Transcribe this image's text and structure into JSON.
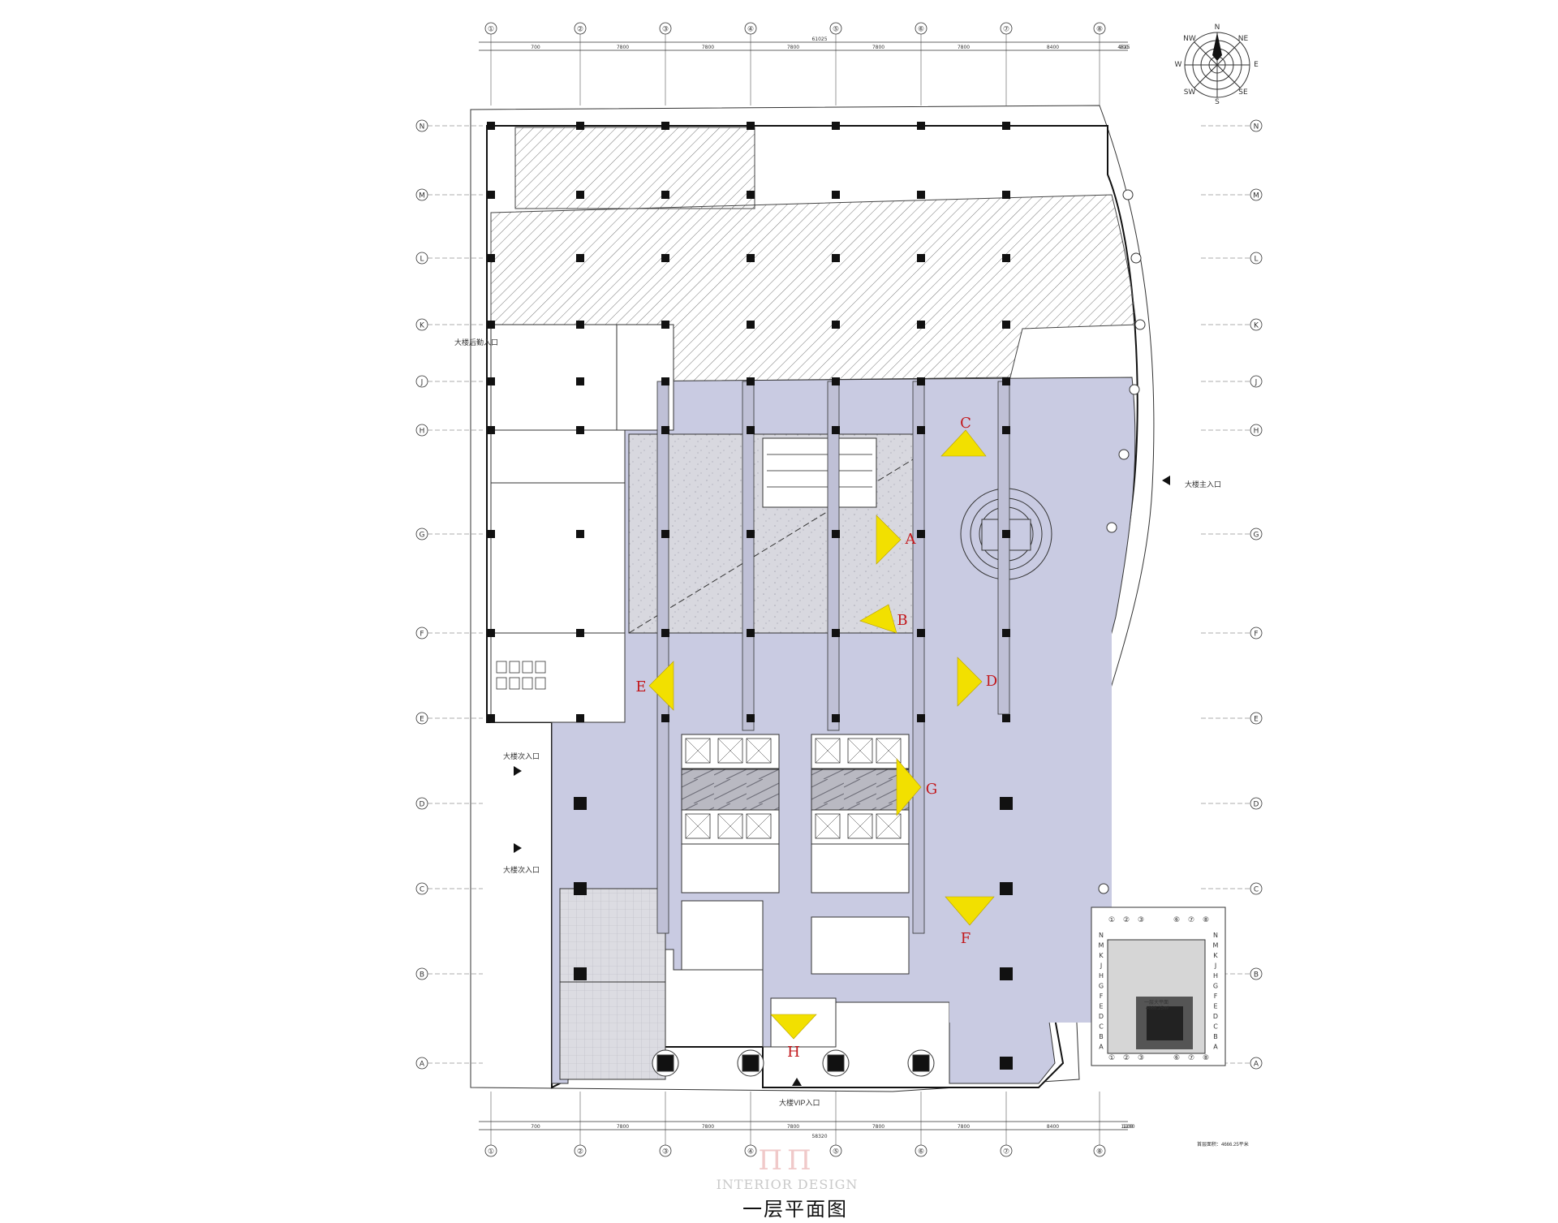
{
  "drawing": {
    "title": "一层平面图",
    "watermark": "INTERIOR DESIGN",
    "area_note": "首层面积：4666.25平米"
  },
  "colors": {
    "lobby": "#c9cbe2",
    "hatch_stroke": "#666666",
    "line": "#333333",
    "marker_fill": "#f2e000",
    "marker_label": "#c2171b"
  },
  "compass": {
    "labels": [
      "N",
      "NE",
      "E",
      "SE",
      "S",
      "SW",
      "W",
      "NW"
    ]
  },
  "grid": {
    "columns": [
      "①",
      "②",
      "③",
      "④",
      "⑤",
      "⑥",
      "⑦",
      "⑧"
    ],
    "rows": [
      "A",
      "B",
      "C",
      "D",
      "E",
      "F",
      "G",
      "H",
      "J",
      "K",
      "L",
      "M",
      "N"
    ],
    "top_dims": [
      "700",
      "7800",
      "7800",
      "7800",
      "7800",
      "7800",
      "8400",
      "900",
      "4525"
    ],
    "bottom_dims": [
      "700",
      "7800",
      "7800",
      "7800",
      "7800",
      "7800",
      "8400",
      "1200",
      "1200"
    ],
    "total_top": "61025",
    "total_bottom": "58320"
  },
  "entrances": {
    "main": "大楼主入口",
    "rear": "大楼后勤入口",
    "secondary_1": "大楼次入口",
    "secondary_2": "大楼次入口",
    "vip": "大楼VIP入口"
  },
  "view_markers": [
    "A",
    "B",
    "C",
    "D",
    "E",
    "F",
    "G",
    "H"
  ],
  "mini_key": {
    "columns": [
      "①",
      "②",
      "③",
      "⑥",
      "⑦",
      "⑧"
    ],
    "rows": [
      "N",
      "M",
      "K",
      "J",
      "H",
      "G",
      "F",
      "E",
      "D",
      "C",
      "B",
      "A"
    ],
    "label": "一层大平面",
    "value": "4666.25m²"
  }
}
